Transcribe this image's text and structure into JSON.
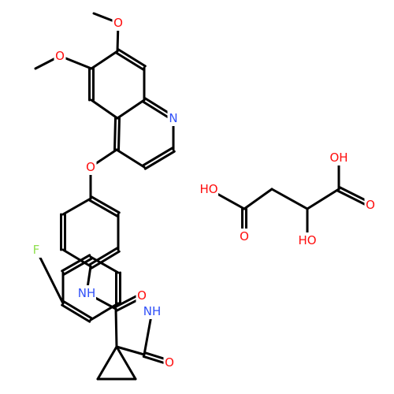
{
  "diagram": {
    "type": "chemical-structure",
    "colors": {
      "bond": "#000000",
      "background": "#ffffff",
      "oxygen": "#ff0d0d",
      "nitrogen": "#3050f8",
      "fluorine": "#90e050"
    },
    "atom_labels": {
      "methoxy_o_top": "O",
      "methoxy_o_left": "O",
      "quinoline_n": "N",
      "ether_o": "O",
      "fluorine": "F",
      "amide_nh_left": "NH",
      "amide_o_upper": "O",
      "amide_nh_right": "NH",
      "amide_o_lower": "O",
      "malic_ho_left": "HO",
      "malic_o_left": "O",
      "malic_ho_mid": "HO",
      "malic_oh_top": "OH",
      "malic_o_right": "O"
    }
  }
}
